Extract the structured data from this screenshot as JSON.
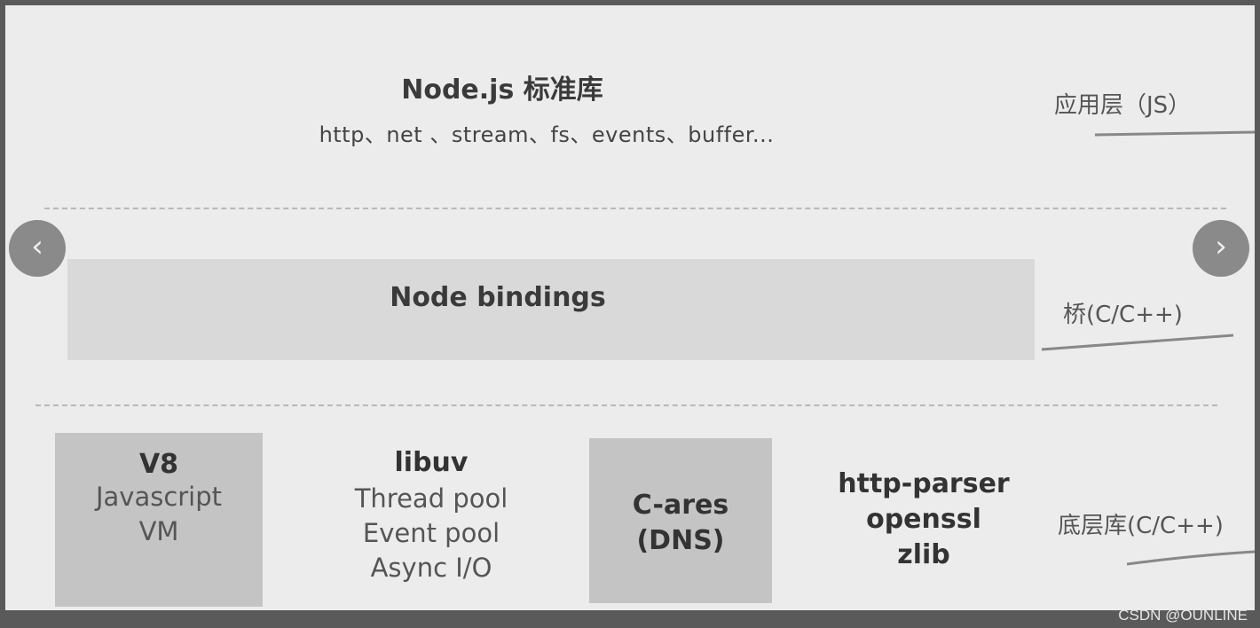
{
  "app_layer": {
    "title": "Node.js 标准库",
    "modules": "http、net 、stream、fs、events、buffer...",
    "label": "应用层（JS）"
  },
  "bridge_layer": {
    "title": "Node bindings",
    "label": "桥(C/C++)"
  },
  "base_layer": {
    "label": "底层库(C/C++)",
    "v8": {
      "title": "V8",
      "lines": [
        "Javascript",
        "VM"
      ]
    },
    "libuv": {
      "title": "libuv",
      "lines": [
        "Thread pool",
        "Event pool",
        "Async I/O"
      ]
    },
    "cares": {
      "lines": [
        "C-ares",
        "(DNS)"
      ]
    },
    "others": {
      "lines": [
        "http-parser",
        "openssl",
        "zlib"
      ]
    }
  },
  "nav": {
    "prev_icon": "chevron-left-icon",
    "next_icon": "chevron-right-icon"
  },
  "watermark": "CSDN @OUNLINE",
  "colors": {
    "background": "#ececec",
    "box_dark": "#c4c4c4",
    "box_light": "#d9d9d9",
    "frame": "#5a5a5a"
  }
}
